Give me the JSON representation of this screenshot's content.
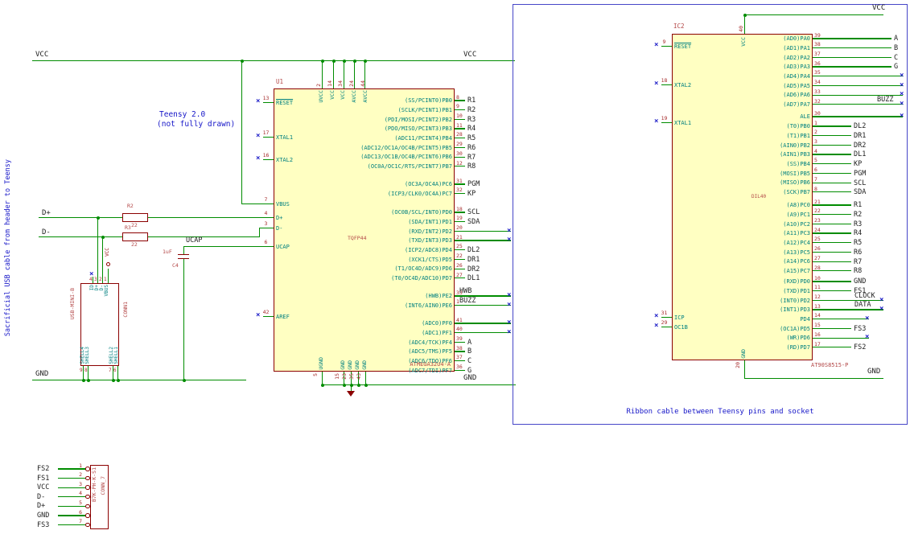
{
  "notes": {
    "left_vertical": "Sacrificial USB cable from header to Teensy",
    "teensy": [
      "Teensy 2.0",
      "(not fully drawn)"
    ],
    "ribbon": "Ribbon cable between Teensy pins and socket"
  },
  "labels": {
    "vcc": "VCC",
    "gnd": "GND",
    "dplus": "D+",
    "dminus": "D-",
    "ucap": "UCAP"
  },
  "r2": {
    "ref": "R2",
    "value": "22"
  },
  "r3": {
    "ref": "R3",
    "value": "22"
  },
  "c4": {
    "ref": "C4",
    "value": "1uF"
  },
  "u1": {
    "ref": "U1",
    "package": "TQFP44",
    "part": "ATMEGA32U4-A",
    "left_pins": [
      {
        "num": "13",
        "name": "RESET",
        "nc": true
      },
      {
        "num": "17",
        "name": "XTAL1",
        "nc": true
      },
      {
        "num": "16",
        "name": "XTAL2",
        "nc": true
      },
      {
        "num": "7",
        "name": "VBUS"
      },
      {
        "num": "4",
        "name": "D+"
      },
      {
        "num": "3",
        "name": "D-"
      },
      {
        "num": "6",
        "name": "UCAP"
      },
      {
        "num": "42",
        "name": "AREF",
        "nc": true
      }
    ],
    "top_pins": [
      {
        "num": "2",
        "name": "UVCC"
      },
      {
        "num": "14",
        "name": "VCC"
      },
      {
        "num": "34",
        "name": "VCC"
      },
      {
        "num": "24",
        "name": "AVCC"
      },
      {
        "num": "44",
        "name": "AVCC"
      }
    ],
    "bottom_pins": [
      {
        "num": "5",
        "name": "UGND"
      },
      {
        "num": "15",
        "name": "GND"
      },
      {
        "num": "23",
        "name": "GND"
      },
      {
        "num": "35",
        "name": "GND"
      },
      {
        "num": "43",
        "name": "GND"
      }
    ],
    "right_groups": [
      {
        "pins": [
          {
            "num": "8",
            "name": "(SS/PCINT0)PB0",
            "label": "R1"
          },
          {
            "num": "9",
            "name": "(SCLK/PCINT1)PB1",
            "label": "R2"
          },
          {
            "num": "10",
            "name": "(PDI/MOSI/PCINT2)PB2",
            "label": "R3"
          },
          {
            "num": "11",
            "name": "(PDO/MISO/PCINT3)PB3",
            "label": "R4"
          },
          {
            "num": "28",
            "name": "(ADC11/PCINT4)PB4",
            "label": "R5"
          },
          {
            "num": "29",
            "name": "(ADC12/OC1A/OC4B/PCINT5)PB5",
            "label": "R6"
          },
          {
            "num": "30",
            "name": "(ADC13/OC1B/OC4B/PCINT6)PB6",
            "label": "R7"
          },
          {
            "num": "12",
            "name": "(OC0A/OC1C/RTS/PCINT7)PB7",
            "label": "R8"
          }
        ]
      },
      {
        "pins": [
          {
            "num": "31",
            "name": "(OC3A/OC4A)PC6",
            "label": "PGM"
          },
          {
            "num": "32",
            "name": "(ICP3/CLK0/OC4A)PC7",
            "label": "KP"
          }
        ]
      },
      {
        "pins": [
          {
            "num": "18",
            "name": "(OC0B/SCL/INT0)PD0",
            "label": "SCL"
          },
          {
            "num": "19",
            "name": "(SDA/INT1)PD1",
            "label": "SDA"
          },
          {
            "num": "20",
            "name": "(RXD/INT2)PD2",
            "nc": true
          },
          {
            "num": "21",
            "name": "(TXD/INT3)PD3",
            "nc": true
          },
          {
            "num": "25",
            "name": "(ICP2/ADC8)PD4",
            "label": "DL2"
          },
          {
            "num": "22",
            "name": "(XCK1/CTS)PD5",
            "label": "DR1"
          },
          {
            "num": "26",
            "name": "(T1/OC4D/ADC9)PD6",
            "label": "DR2"
          },
          {
            "num": "27",
            "name": "(T0/OC4D/ADC10)PD7",
            "label": "DL1"
          }
        ]
      },
      {
        "pins": [
          {
            "num": "33",
            "name": "(HWB)PE2",
            "label": "HWB",
            "nc": true
          },
          {
            "num": "1",
            "name": "(INT6/AIN0)PE6",
            "label": "BUZZ",
            "nc": true
          }
        ]
      },
      {
        "pins": [
          {
            "num": "41",
            "name": "(ADC0)PF0",
            "nc": true
          },
          {
            "num": "40",
            "name": "(ADC1)PF1",
            "nc": true
          },
          {
            "num": "39",
            "name": "(ADC4/TCK)PF4",
            "label": "A"
          },
          {
            "num": "38",
            "name": "(ADC5/TMS)PF5",
            "label": "B"
          },
          {
            "num": "37",
            "name": "(ADC6/TDO)PF6",
            "label": "C"
          },
          {
            "num": "36",
            "name": "(ADC7/TDI)PF7",
            "label": "G"
          }
        ]
      }
    ]
  },
  "ic2": {
    "ref": "IC2",
    "package": "DIL40",
    "part": "AT90S8515-P",
    "top_pin": {
      "num": "40",
      "name": "VCC"
    },
    "bottom_pin": {
      "num": "20",
      "name": "GND"
    },
    "left_pins": [
      {
        "num": "9",
        "name": "RESET",
        "nc": true
      },
      {
        "num": "18",
        "name": "XTAL2",
        "nc": true
      },
      {
        "num": "19",
        "name": "XTAL1",
        "nc": true
      },
      {
        "num": "31",
        "name": "ICP",
        "nc": true
      },
      {
        "num": "29",
        "name": "OC1B",
        "nc": true
      }
    ],
    "right_groups": [
      {
        "pins": [
          {
            "num": "39",
            "name": "(AD0)PA0",
            "label": "A"
          },
          {
            "num": "38",
            "name": "(AD1)PA1",
            "label": "B"
          },
          {
            "num": "37",
            "name": "(AD2)PA2",
            "label": "C"
          },
          {
            "num": "36",
            "name": "(AD3)PA3",
            "label": "G"
          },
          {
            "num": "35",
            "name": "(AD4)PA4",
            "nc": true
          },
          {
            "num": "34",
            "name": "(AD5)PA5",
            "nc": true
          },
          {
            "num": "33",
            "name": "(AD6)PA6",
            "nc": true
          },
          {
            "num": "32",
            "name": "(AD7)PA7",
            "label": "BUZZ",
            "nc": true
          }
        ]
      },
      {
        "pins": [
          {
            "num": "30",
            "name": "ALE",
            "nc": true
          }
        ]
      },
      {
        "pins": [
          {
            "num": "1",
            "name": "(T0)PB0",
            "label": "DL2"
          },
          {
            "num": "2",
            "name": "(T1)PB1",
            "label": "DR1"
          },
          {
            "num": "3",
            "name": "(AIN0)PB2",
            "label": "DR2"
          },
          {
            "num": "4",
            "name": "(AIN1)PB3",
            "label": "DL1"
          },
          {
            "num": "5",
            "name": "(SS)PB4",
            "label": "KP"
          },
          {
            "num": "6",
            "name": "(MOSI)PB5",
            "label": "PGM"
          },
          {
            "num": "7",
            "name": "(MISO)PB6",
            "label": "SCL"
          },
          {
            "num": "8",
            "name": "(SCK)PB7",
            "label": "SDA"
          }
        ]
      },
      {
        "pins": [
          {
            "num": "21",
            "name": "(A8)PC0",
            "label": "R1"
          },
          {
            "num": "22",
            "name": "(A9)PC1",
            "label": "R2"
          },
          {
            "num": "23",
            "name": "(A10)PC2",
            "label": "R3"
          },
          {
            "num": "24",
            "name": "(A11)PC3",
            "label": "R4"
          },
          {
            "num": "25",
            "name": "(A12)PC4",
            "label": "R5"
          },
          {
            "num": "26",
            "name": "(A13)PC5",
            "label": "R6"
          },
          {
            "num": "27",
            "name": "(A14)PC6",
            "label": "R7"
          },
          {
            "num": "28",
            "name": "(A15)PC7",
            "label": "R8"
          }
        ]
      },
      {
        "pins": [
          {
            "num": "10",
            "name": "(RXD)PD0",
            "label": "GND"
          },
          {
            "num": "11",
            "name": "(TXD)PD1",
            "label": "FS1"
          },
          {
            "num": "12",
            "name": "(INT0)PD2",
            "label": "CLOCK",
            "nc": true
          },
          {
            "num": "13",
            "name": "(INT1)PD3",
            "label": "DATA",
            "nc": true
          },
          {
            "num": "14",
            "name": "PD4",
            "nc": true
          },
          {
            "num": "15",
            "name": "(OC1A)PD5",
            "label": "FS3"
          },
          {
            "num": "16",
            "name": "(WR)PD6",
            "nc": true
          },
          {
            "num": "17",
            "name": "(RD)PD7",
            "label": "FS2"
          }
        ]
      }
    ]
  },
  "conn1": {
    "ref": "CONN1",
    "value": "USB-MINI-B",
    "pins": [
      {
        "name": "SHELL4",
        "num": "9",
        "side": "bottom"
      },
      {
        "name": "SHELL3",
        "num": "8",
        "side": "bottom"
      },
      {
        "name": "ID",
        "num": "4",
        "side": "top"
      },
      {
        "name": "D+",
        "num": "3",
        "side": "top"
      },
      {
        "name": "D-",
        "num": "2",
        "side": "top"
      },
      {
        "name": "VBUS",
        "num": "1",
        "side": "top"
      },
      {
        "name": "SHELL2",
        "num": "7",
        "side": "bottom"
      },
      {
        "name": "SHELL1",
        "num": "6",
        "side": "bottom"
      }
    ]
  },
  "conn7": {
    "ref": "CONN_7",
    "value": "B7K-PH-K-S1",
    "pins": [
      {
        "num": "1",
        "label": "FS2"
      },
      {
        "num": "2",
        "label": "FS1"
      },
      {
        "num": "3",
        "label": "VCC"
      },
      {
        "num": "4",
        "label": "D-"
      },
      {
        "num": "5",
        "label": "D+"
      },
      {
        "num": "6",
        "label": "GND"
      },
      {
        "num": "7",
        "label": "FS3"
      }
    ]
  }
}
